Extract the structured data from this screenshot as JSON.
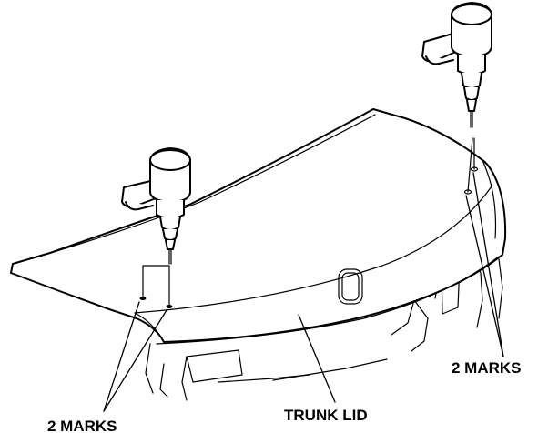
{
  "labels": {
    "left_marks": "2 MARKS",
    "right_marks": "2 MARKS",
    "trunk_lid": "TRUNK LID"
  },
  "colors": {
    "line": "#000000",
    "background": "#ffffff"
  },
  "icons": {
    "drill_left": "drill-icon",
    "drill_right": "drill-icon"
  }
}
